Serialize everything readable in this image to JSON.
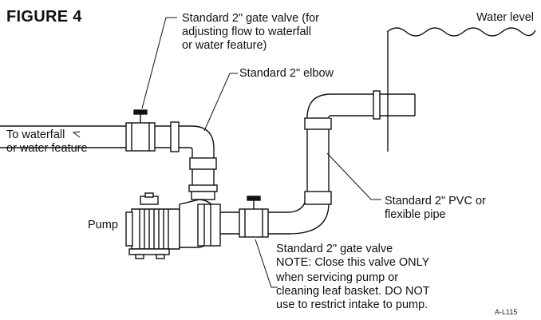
{
  "figure_title": "FIGURE 4",
  "labels": {
    "water_level": "Water level",
    "to_waterfall": [
      "To waterfall",
      "or water feature"
    ],
    "top_gate_valve": [
      "Standard 2\" gate valve (for",
      "adjusting flow to waterfall",
      "or water feature)"
    ],
    "elbow": "Standard 2\" elbow",
    "pvc_pipe": [
      "Standard 2\" PVC or",
      "flexible pipe"
    ],
    "pump": "Pump",
    "bottom_gate_valve": [
      "Standard 2\" gate valve",
      "NOTE: Close this valve ONLY",
      "when servicing pump or",
      "cleaning leaf basket. DO NOT",
      "use to restrict intake to pump."
    ],
    "drawing_code": "A-L115"
  },
  "colors": {
    "stroke": "#111111",
    "pipe_fill": "#ffffff",
    "motor_fill": "#ffffff"
  }
}
